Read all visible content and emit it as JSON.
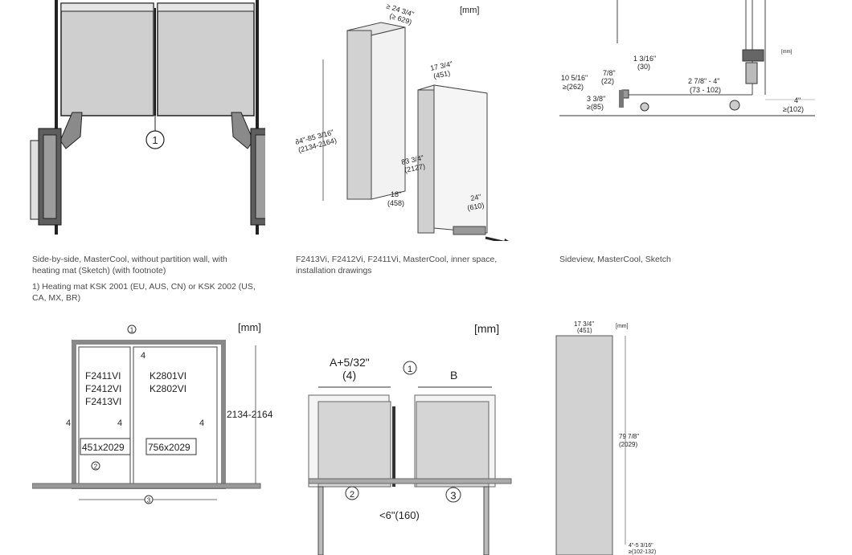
{
  "figure1": {
    "callout": "1",
    "caption_line1": "Side-by-side, MasterCool, without partition wall, with",
    "caption_line2": "heating mat (Sketch) (with footnote)",
    "footnote_line1": "1) Heating mat KSK 2001 (EU, AUS, CN) or KSK 2002 (US,",
    "footnote_line2": "CA, MX, BR)"
  },
  "figure2": {
    "unit": "[mm]",
    "depth_label": "≥ 24 3/4\"",
    "depth_mm": "(≥ 629)",
    "height_label": "84\"-85 3/16\"",
    "height_mm": "(2134-2164)",
    "width_label": "18\"",
    "width_mm": "(458)",
    "unit_width": "17 3/4\"",
    "unit_width_mm": "(451)",
    "unit_height": "83 3/4\"",
    "unit_height_mm": "(2127)",
    "unit_depth": "24\"",
    "unit_depth_mm": "(610)",
    "caption_line1": "F2413Vi, F2412Vi, F2411Vi, MasterCool, inner space,",
    "caption_line2": "installation drawings"
  },
  "figure3": {
    "unit": "[mm]",
    "d1": "1 3/16\"",
    "d1_mm": "(30)",
    "d2": "7/8\"",
    "d2_mm": "(22)",
    "d3": "10 5/16\"",
    "d3_mm": "≥(262)",
    "d4": "3 3/8\"",
    "d4_mm": "≥(85)",
    "d5": "2 7/8\" - 4\"",
    "d5_mm": "(73 - 102)",
    "d6": "4\"",
    "d6_mm": "≥(102)",
    "caption": "Sideview, MasterCool, Sketch"
  },
  "figure4": {
    "unit": "[mm]",
    "callout1": "1",
    "callout2": "2",
    "callout3": "3",
    "gap_top": "4",
    "gap_left": "4",
    "gap_mid": "4",
    "gap_right": "4",
    "models_left": [
      "F2411VI",
      "F2412VI",
      "F2413VI"
    ],
    "models_right": [
      "K2801VI",
      "K2802VI"
    ],
    "size_left": "451x2029",
    "size_right": "756x2029",
    "height": "2134-2164"
  },
  "figure5": {
    "unit": "[mm]",
    "a_label": "A+5/32\"",
    "a_mm": "(4)",
    "b_label": "B",
    "callout1": "1",
    "callout2": "2",
    "callout3": "3",
    "gap": "<6\"(160)"
  },
  "figure6": {
    "unit": "[mm]",
    "width": "17 3/4\"",
    "width_mm": "(451)",
    "height": "79 7/8\"",
    "height_mm": "(2029)",
    "bottom": "4\"-5 3/16\"",
    "bottom_mm": "≥(102-132)"
  }
}
